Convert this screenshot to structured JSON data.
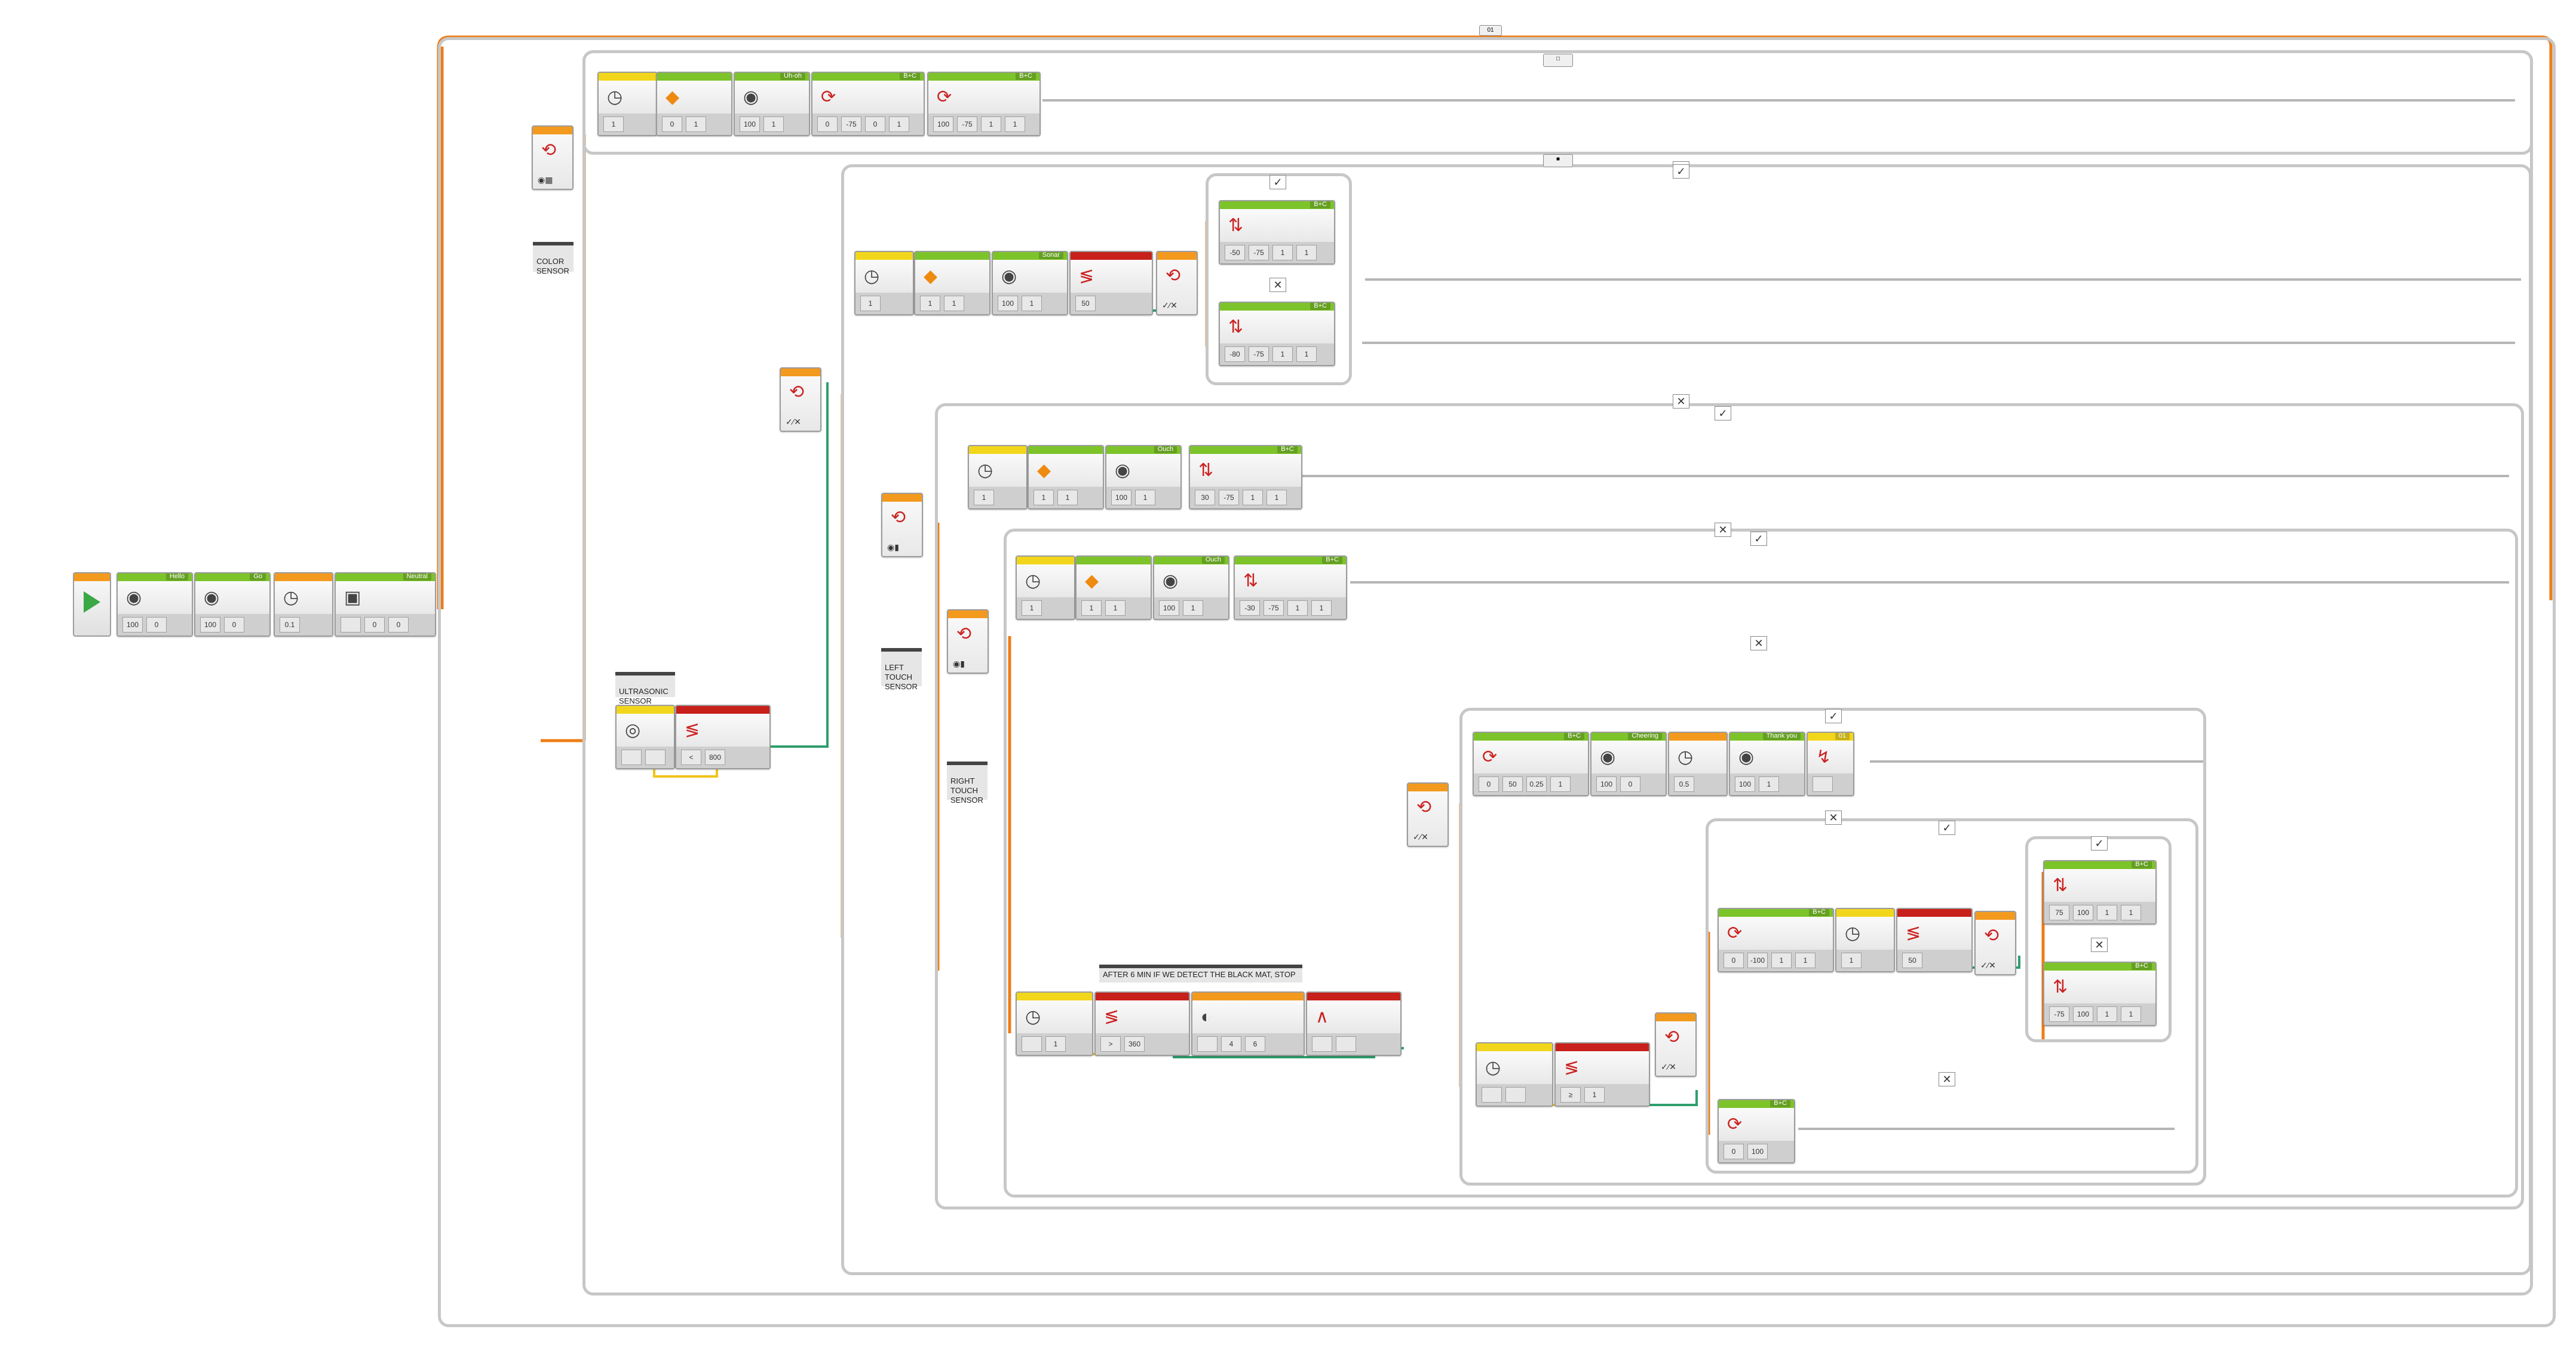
{
  "colors": {
    "motor_green": "#7cc42a",
    "wait_yellow": "#f2d61c",
    "flow_orange": "#f39a1e",
    "data_red": "#c8201a",
    "loop_gray": "#c7c7c7",
    "wire_orange": "#ee7d16",
    "wire_yellow": "#f0c419",
    "wire_green": "#2f9e6e"
  },
  "loop_header_label": "01",
  "case_marks": {
    "true": "✓",
    "false": "✕"
  },
  "comments": {
    "color_sensor": "COLOR\nSENSOR",
    "ultrasonic_sensor": "ULTRASONIC\nSENSOR",
    "left_touch_sensor": "LEFT\nTOUCH\nSENSOR",
    "right_touch_sensor": "RIGHT\nTOUCH\nSENSOR",
    "after_6_min": "AFTER 6 MIN IF WE DETECT THE BLACK MAT, STOP"
  },
  "blocks": [
    {
      "id": "start",
      "kind": "start"
    },
    {
      "id": "init-sound-hello",
      "color": "motor_green",
      "label": "Hello",
      "icon": "speaker-icon",
      "plugs": [
        "100",
        "0"
      ]
    },
    {
      "id": "init-sound-go",
      "color": "motor_green",
      "label": "Go",
      "icon": "speaker-icon",
      "plugs": [
        "100",
        "0"
      ]
    },
    {
      "id": "init-timer",
      "color": "flow_orange",
      "label": "",
      "icon": "timer-icon",
      "plugs": [
        "0.1"
      ]
    },
    {
      "id": "init-display",
      "color": "motor_green",
      "label": "Neutral",
      "icon": "display-icon",
      "plugs": [
        "",
        "0",
        "0"
      ]
    },
    {
      "id": "row1-wait",
      "color": "wait_yellow",
      "label": "",
      "icon": "timer-icon",
      "plugs": [
        "1"
      ]
    },
    {
      "id": "row1-light",
      "color": "motor_green",
      "label": "",
      "icon": "brick-light-icon",
      "plugs": [
        "0",
        "1"
      ]
    },
    {
      "id": "row1-sound",
      "color": "motor_green",
      "label": "Uh-oh",
      "icon": "speaker-icon",
      "plugs": [
        "100",
        "1"
      ]
    },
    {
      "id": "row1-move-b",
      "color": "motor_green",
      "label": "B+C",
      "icon": "steering-icon",
      "plugs": [
        "0",
        "-75",
        "0",
        "1"
      ]
    },
    {
      "id": "row1-move-c",
      "color": "motor_green",
      "label": "B+C",
      "icon": "steering-icon",
      "plugs": [
        "100",
        "-75",
        "1",
        "1"
      ]
    },
    {
      "id": "color-row-wait",
      "color": "wait_yellow",
      "label": "",
      "icon": "timer-icon",
      "plugs": [
        "1"
      ]
    },
    {
      "id": "color-row-light",
      "color": "motor_green",
      "label": "",
      "icon": "brick-light-icon",
      "plugs": [
        "1",
        "1"
      ]
    },
    {
      "id": "color-row-sound",
      "color": "motor_green",
      "label": "Sonar",
      "icon": "speaker-icon",
      "plugs": [
        "100",
        "1"
      ]
    },
    {
      "id": "color-row-compare",
      "color": "data_red",
      "label": "",
      "icon": "compare-icon",
      "plugs": [
        "50"
      ]
    },
    {
      "id": "color-true-move",
      "color": "motor_green",
      "label": "B+C",
      "icon": "tank-icon",
      "plugs": [
        "-50",
        "-75",
        "1",
        "1"
      ]
    },
    {
      "id": "color-false-move",
      "color": "motor_green",
      "label": "B+C",
      "icon": "tank-icon",
      "plugs": [
        "-80",
        "-75",
        "1",
        "1"
      ]
    },
    {
      "id": "left-touch-wait",
      "color": "wait_yellow",
      "label": "",
      "icon": "timer-icon",
      "plugs": [
        "1"
      ]
    },
    {
      "id": "left-touch-light",
      "color": "motor_green",
      "label": "",
      "icon": "brick-light-icon",
      "plugs": [
        "1",
        "1"
      ]
    },
    {
      "id": "left-touch-sound",
      "color": "motor_green",
      "label": "Ouch",
      "icon": "speaker-icon",
      "plugs": [
        "100",
        "1"
      ]
    },
    {
      "id": "left-touch-move",
      "color": "motor_green",
      "label": "B+C",
      "icon": "tank-icon",
      "plugs": [
        "30",
        "-75",
        "1",
        "1"
      ]
    },
    {
      "id": "right-touch-wait",
      "color": "wait_yellow",
      "label": "",
      "icon": "timer-icon",
      "plugs": [
        "1"
      ]
    },
    {
      "id": "right-touch-light",
      "color": "motor_green",
      "label": "",
      "icon": "brick-light-icon",
      "plugs": [
        "1",
        "1"
      ]
    },
    {
      "id": "right-touch-sound",
      "color": "motor_green",
      "label": "Ouch",
      "icon": "speaker-icon",
      "plugs": [
        "100",
        "1"
      ]
    },
    {
      "id": "right-touch-move",
      "color": "motor_green",
      "label": "B+C",
      "icon": "tank-icon",
      "plugs": [
        "-30",
        "-75",
        "1",
        "1"
      ]
    },
    {
      "id": "ultra-sensor",
      "color": "wait_yellow",
      "label": "",
      "icon": "ultrasonic-icon",
      "plugs": [
        "",
        ""
      ]
    },
    {
      "id": "ultra-compare",
      "color": "data_red",
      "label": "",
      "icon": "compare-icon",
      "plugs": [
        "<",
        "800"
      ]
    },
    {
      "id": "timer-read",
      "color": "wait_yellow",
      "label": "",
      "icon": "timer-icon",
      "plugs": [
        "",
        "1"
      ]
    },
    {
      "id": "timer-compare",
      "color": "data_red",
      "label": "",
      "icon": "compare-icon",
      "plugs": [
        ">",
        "360"
      ]
    },
    {
      "id": "color-range",
      "color": "flow_orange",
      "label": "",
      "icon": "color-sensor-icon",
      "plugs": [
        "",
        "4",
        "6"
      ]
    },
    {
      "id": "logic-and",
      "color": "data_red",
      "label": "",
      "icon": "logic-icon",
      "plugs": [
        "",
        ""
      ]
    },
    {
      "id": "stop-move",
      "color": "motor_green",
      "label": "B+C",
      "icon": "steering-icon",
      "plugs": [
        "0",
        "50",
        "0.25",
        "1"
      ]
    },
    {
      "id": "stop-sound",
      "color": "motor_green",
      "label": "Cheering",
      "icon": "speaker-icon",
      "plugs": [
        "100",
        "0"
      ]
    },
    {
      "id": "stop-timer",
      "color": "flow_orange",
      "label": "",
      "icon": "timer-icon",
      "plugs": [
        "0.5"
      ]
    },
    {
      "id": "stop-sound-2",
      "color": "motor_green",
      "label": "Thank you",
      "icon": "speaker-icon",
      "plugs": [
        "100",
        "1"
      ]
    },
    {
      "id": "stop-loop-int",
      "color": "wait_yellow",
      "label": "01",
      "icon": "loop-interrupt-icon",
      "plugs": [
        ""
      ]
    },
    {
      "id": "inner-move",
      "color": "motor_green",
      "label": "B+C",
      "icon": "steering-icon",
      "plugs": [
        "0",
        "-100",
        "1",
        "1"
      ]
    },
    {
      "id": "inner-wait",
      "color": "wait_yellow",
      "label": "",
      "icon": "timer-icon",
      "plugs": [
        "1"
      ]
    },
    {
      "id": "inner-compare",
      "color": "data_red",
      "label": "",
      "icon": "compare-icon",
      "plugs": [
        "50"
      ]
    },
    {
      "id": "inner-true-move",
      "color": "motor_green",
      "label": "B+C",
      "icon": "tank-icon",
      "plugs": [
        "75",
        "100",
        "1",
        "1"
      ]
    },
    {
      "id": "inner-false-move",
      "color": "motor_green",
      "label": "B+C",
      "icon": "tank-icon",
      "plugs": [
        "-75",
        "100",
        "1",
        "1"
      ]
    },
    {
      "id": "timer-wait-2",
      "color": "wait_yellow",
      "label": "",
      "icon": "timer-icon",
      "plugs": [
        "",
        ""
      ]
    },
    {
      "id": "timer-compare-2",
      "color": "data_red",
      "label": "",
      "icon": "compare-icon",
      "plugs": [
        "≥",
        "1"
      ]
    },
    {
      "id": "final-move",
      "color": "motor_green",
      "label": "B+C",
      "icon": "steering-icon",
      "plugs": [
        "0",
        "100"
      ]
    }
  ]
}
